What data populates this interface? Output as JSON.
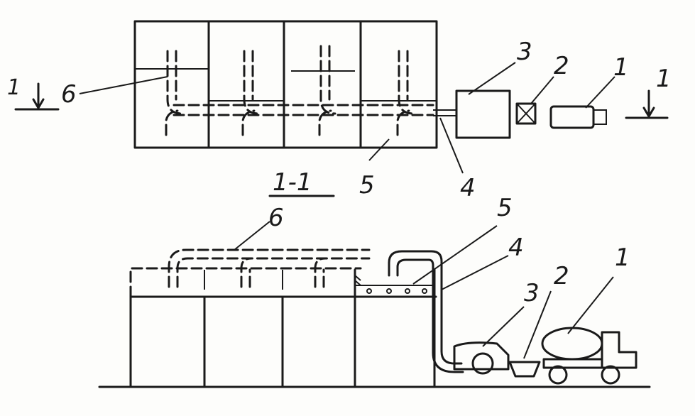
{
  "labels": {
    "n1": "1",
    "n2": "2",
    "n3": "3",
    "n4": "4",
    "n5": "5",
    "n6": "6",
    "section_mark": "1",
    "section_title": "1-1"
  }
}
